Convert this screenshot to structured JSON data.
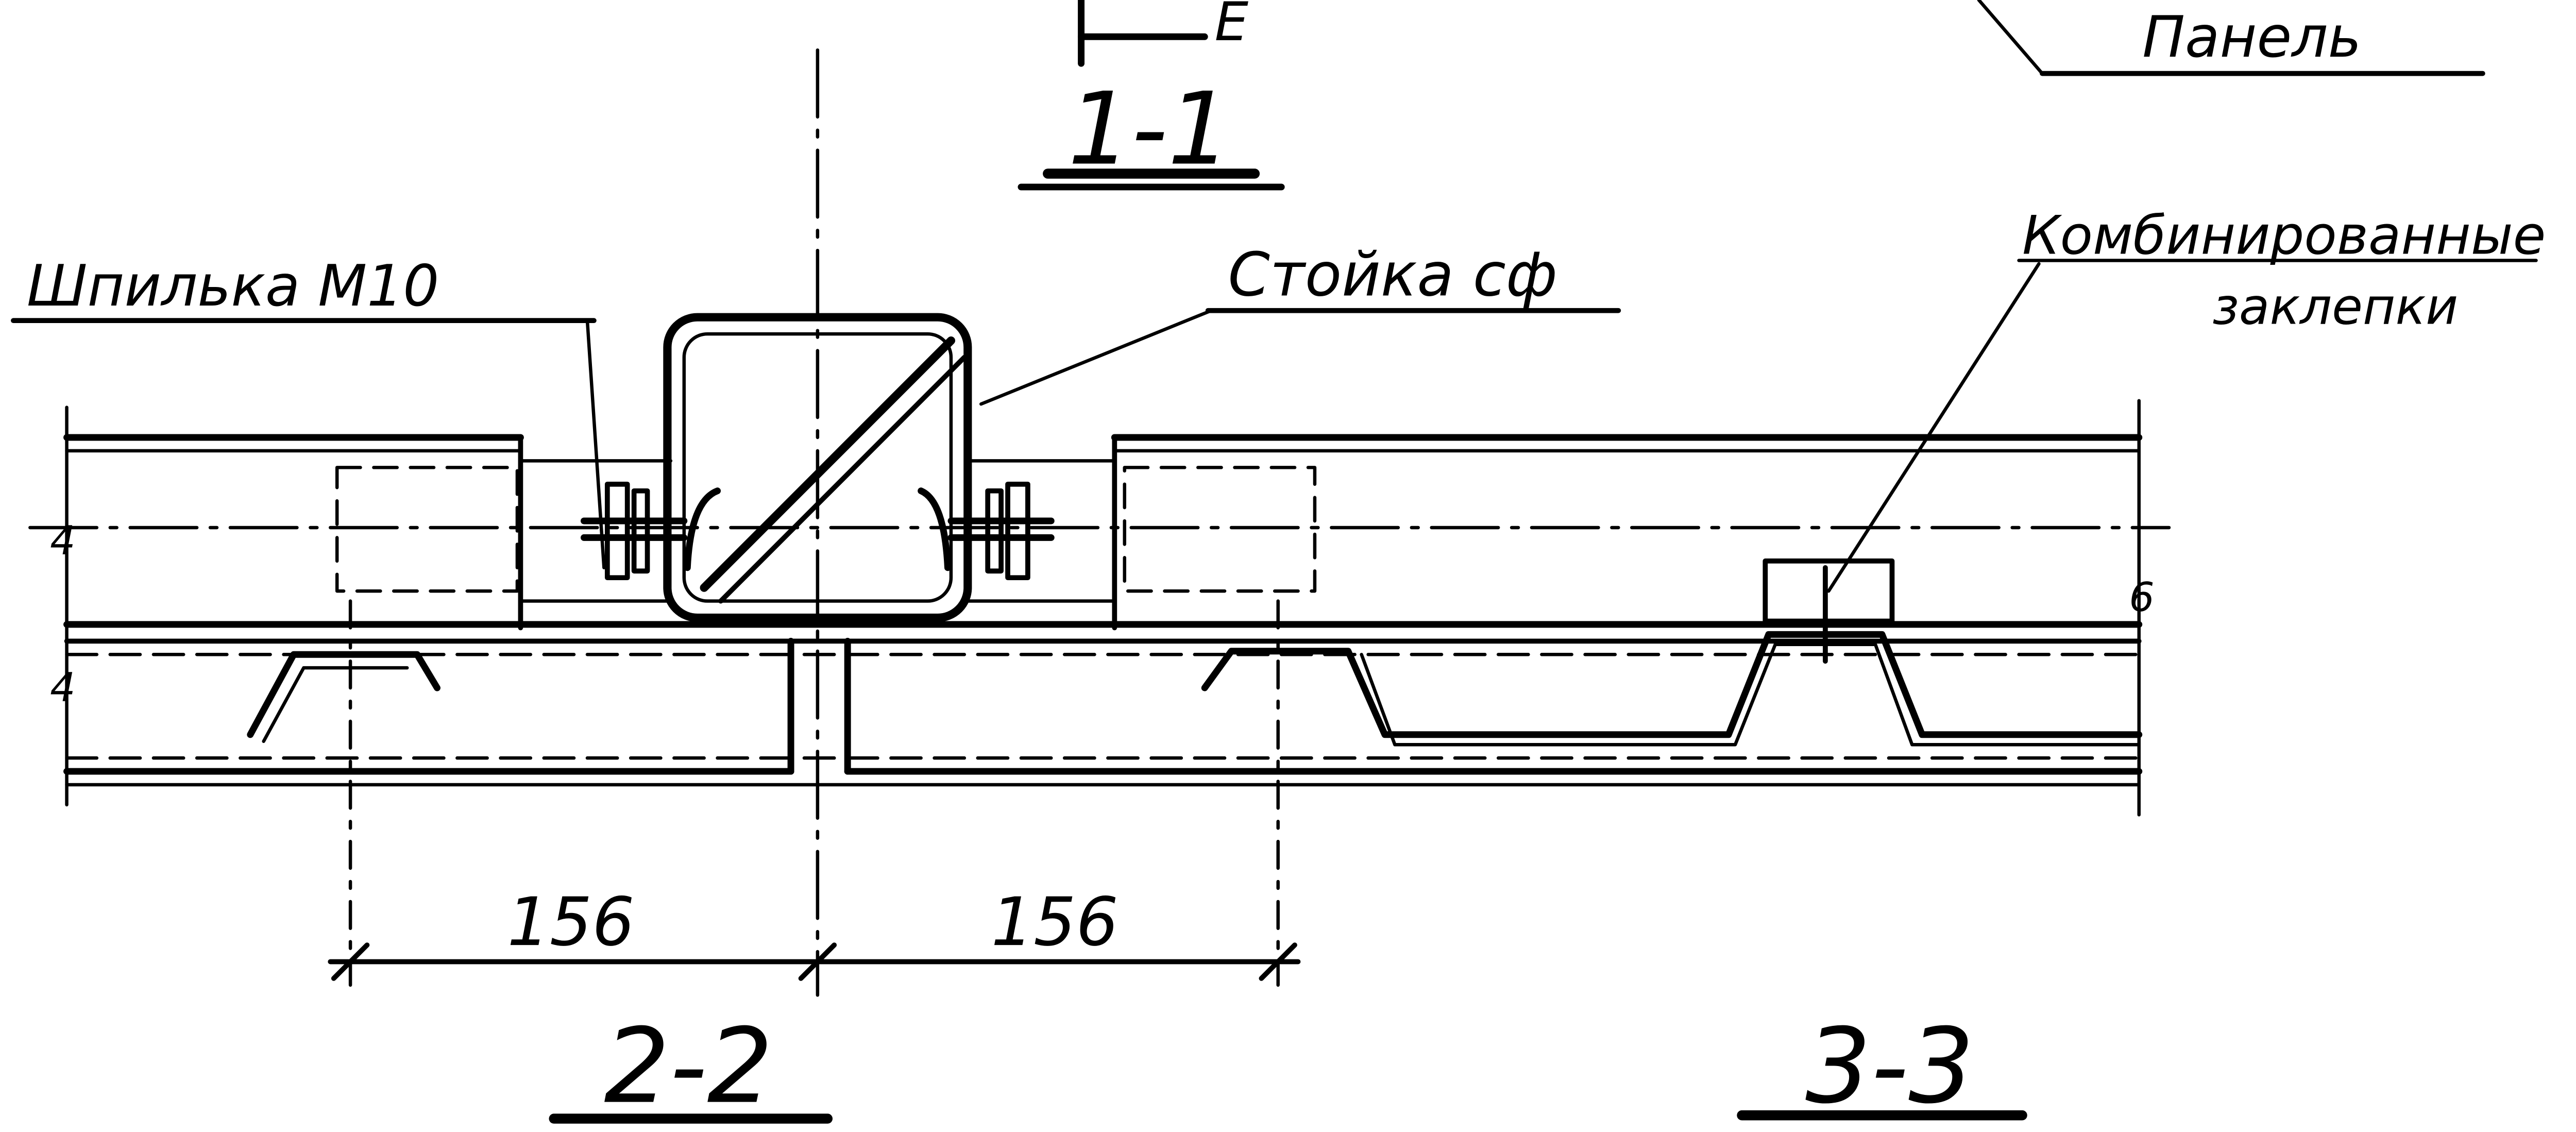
{
  "labels": {
    "section_top": "1-1",
    "panel": "Панель",
    "stud": "Шпилька М10",
    "post": "Стойка сф",
    "rivets_line1": "Комбинированные",
    "rivets_line2": "заклепки",
    "section_left": "2-2",
    "section_right": "3-3",
    "section_mark": "E"
  },
  "dimensions": {
    "left": "156",
    "right": "156"
  }
}
